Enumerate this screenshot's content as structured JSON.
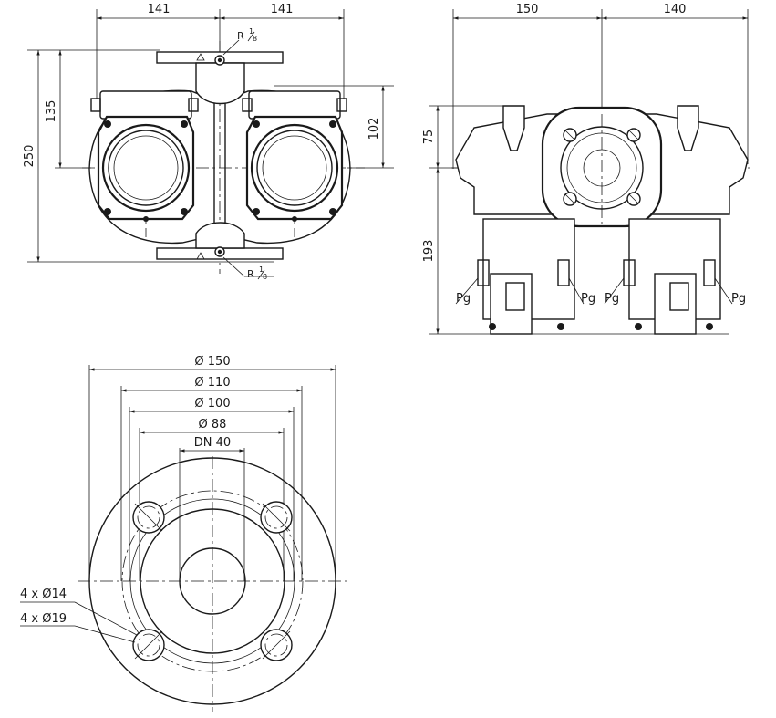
{
  "top_view": {
    "dim_left": "141",
    "dim_right": "141",
    "dim_height_total": "250",
    "dim_height_upper": "135",
    "dim_height_right": "102",
    "thread_label_top": "R",
    "thread_label_bottom": "R",
    "thread_frac_num": "1",
    "thread_frac_den": "8"
  },
  "side_view": {
    "dim_left": "150",
    "dim_right": "140",
    "dim_height_upper": "75",
    "dim_height_lower": "193",
    "pg_labels": [
      "Pg",
      "Pg",
      "Pg",
      "Pg"
    ]
  },
  "flange_view": {
    "diameters": [
      "Ø 150",
      "Ø 110",
      "Ø 100",
      "Ø 88",
      "DN 40"
    ],
    "hole_small": "4 x Ø14",
    "hole_large": "4 x Ø19"
  },
  "colors": {
    "line": "#1a1a1a",
    "background": "#ffffff"
  }
}
